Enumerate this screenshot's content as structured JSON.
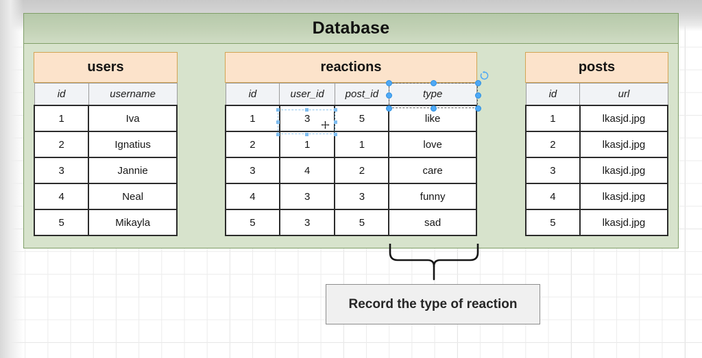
{
  "canvas": {
    "container_title": "Database",
    "colors": {
      "container_fill": "#d7e3cc",
      "container_border": "#7f9e68",
      "table_title_fill": "#fce3cb",
      "table_title_border": "#d3a453",
      "column_header_fill": "#f1f3f6",
      "cell_border": "#2b2b2b",
      "selection_handle": "#4ea8f5",
      "callout_fill": "#f0f0f0",
      "callout_border": "#8c8c8c"
    }
  },
  "tables": [
    {
      "name": "users",
      "columns": [
        "id",
        "username"
      ],
      "rows": [
        [
          "1",
          "Iva"
        ],
        [
          "2",
          "Ignatius"
        ],
        [
          "3",
          "Jannie"
        ],
        [
          "4",
          "Neal"
        ],
        [
          "5",
          "Mikayla"
        ]
      ]
    },
    {
      "name": "reactions",
      "columns": [
        "id",
        "user_id",
        "post_id",
        "type"
      ],
      "rows": [
        [
          "1",
          "3",
          "5",
          "like"
        ],
        [
          "2",
          "1",
          "1",
          "love"
        ],
        [
          "3",
          "4",
          "2",
          "care"
        ],
        [
          "4",
          "3",
          "3",
          "funny"
        ],
        [
          "5",
          "3",
          "5",
          "sad"
        ]
      ]
    },
    {
      "name": "posts",
      "columns": [
        "id",
        "url"
      ],
      "rows": [
        [
          "1",
          "lkasjd.jpg"
        ],
        [
          "2",
          "lkasjd.jpg"
        ],
        [
          "3",
          "lkasjd.jpg"
        ],
        [
          "4",
          "lkasjd.jpg"
        ],
        [
          "5",
          "lkasjd.jpg"
        ]
      ]
    }
  ],
  "selection": {
    "primary_target": "type",
    "secondary_target": "3",
    "rotate_icon": "rotate-icon",
    "cursor_icon": "move-cursor"
  },
  "annotation": {
    "text": "Record the type of reaction",
    "connector": "curly-brace"
  }
}
